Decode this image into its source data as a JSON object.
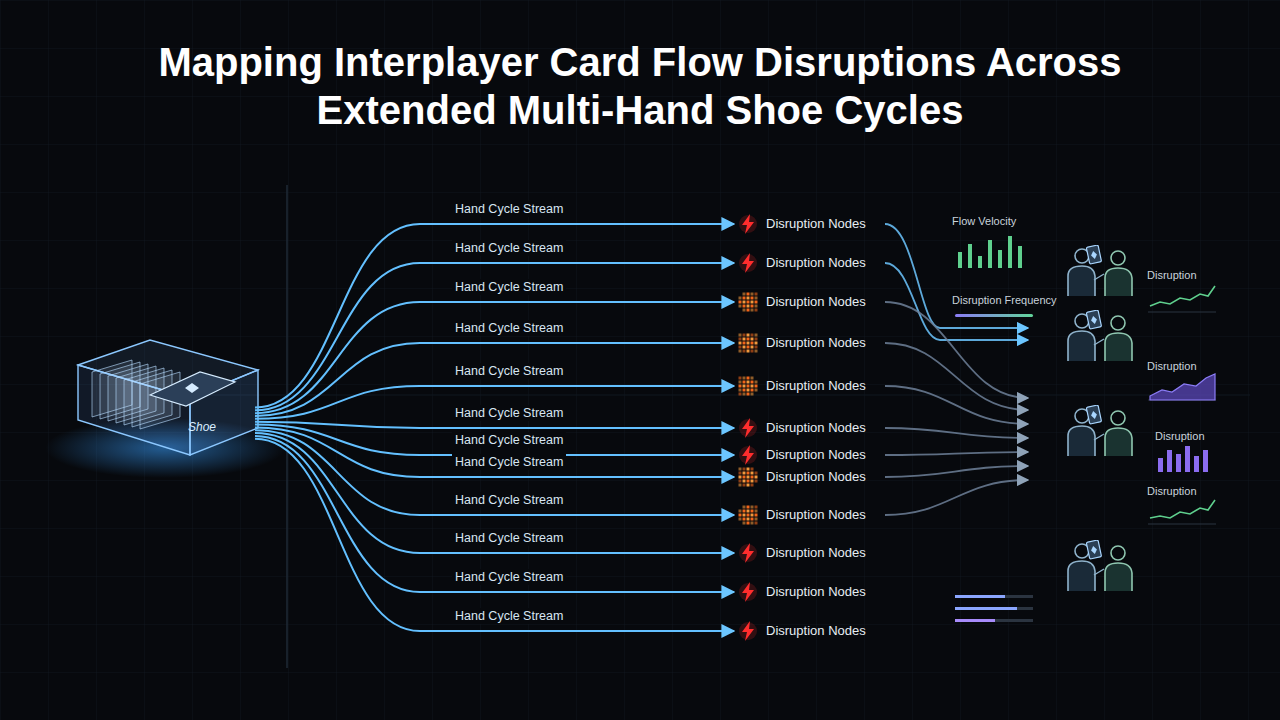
{
  "diagram": {
    "title": "Mapping Interplayer Card Flow Disruptions Across Extended Multi-Hand Shoe Cycles",
    "nodes": [
      {
        "text": [
          "Shoe"
        ]
      },
      {
        "text": [
          "Disruption Nodes"
        ]
      },
      {
        "text": [
          "Disruption Nodes"
        ]
      },
      {
        "text": [
          "Disruption Nodes"
        ]
      },
      {
        "text": [
          "Disruption Nodes"
        ]
      },
      {
        "text": [
          "Disruption Nodes"
        ]
      },
      {
        "text": [
          "Disruption Nodes"
        ]
      },
      {
        "text": [
          "Disruption Nodes"
        ]
      },
      {
        "text": [
          "Disruption Nodes"
        ]
      },
      {
        "text": [
          "Disruption Nodes"
        ]
      },
      {
        "text": [
          "Disruption Nodes"
        ]
      },
      {
        "text": [
          "Disruption Nodes"
        ]
      },
      {
        "text": [
          "Disruption Nodes"
        ]
      }
    ],
    "edges": [
      {
        "from": 0,
        "to": 1,
        "arrow": "to",
        "label": "Hand Cycle Stream"
      },
      {
        "from": 0,
        "to": 2,
        "arrow": "to",
        "label": "Hand Cycle Stream"
      },
      {
        "from": 0,
        "to": 3,
        "arrow": "to",
        "label": "Hand Cycle Stream"
      },
      {
        "from": 0,
        "to": 4,
        "arrow": "to",
        "label": "Hand Cycle Stream"
      },
      {
        "from": 0,
        "to": 5,
        "arrow": "to",
        "label": "Hand Cycle Stream"
      },
      {
        "from": 0,
        "to": 6,
        "arrow": "to",
        "label": "Hand Cycle Stream"
      },
      {
        "from": 0,
        "to": 7,
        "arrow": "to",
        "label": "Hand Cycle Stream"
      },
      {
        "from": 0,
        "to": 8,
        "arrow": "to",
        "label": "Hand Cycle Stream"
      },
      {
        "from": 0,
        "to": 9,
        "arrow": "to",
        "label": "Hand Cycle Stream"
      },
      {
        "from": 0,
        "to": 10,
        "arrow": "to",
        "label": "Hand Cycle Stream"
      },
      {
        "from": 0,
        "to": 11,
        "arrow": "to",
        "label": "Hand Cycle Stream"
      },
      {
        "from": 0,
        "to": 12,
        "arrow": "to",
        "label": "Hand Cycle Stream"
      }
    ],
    "labels": [
      "Flow Velocity",
      "Disruption Frequency",
      "Disruption",
      "Disruption",
      "Disruption",
      "Disruption"
    ]
  }
}
